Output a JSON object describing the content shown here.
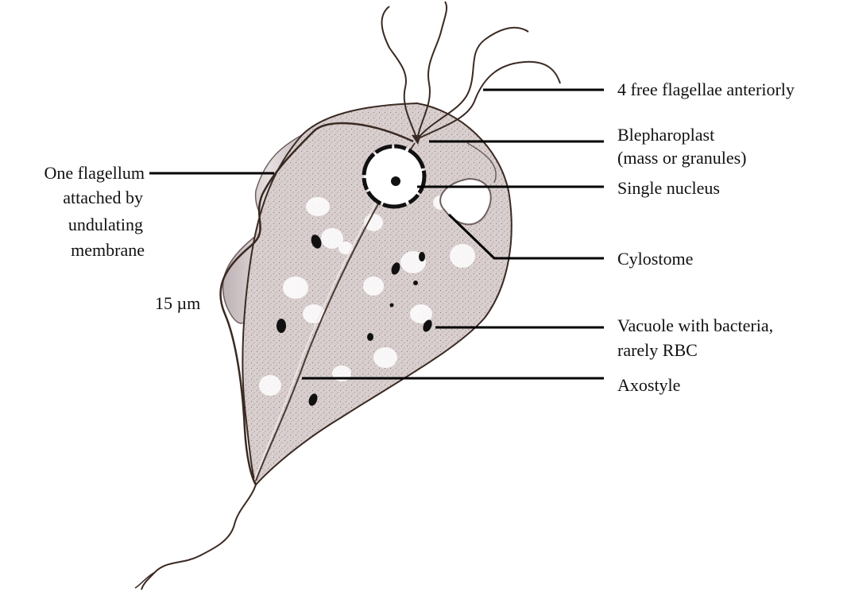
{
  "labels": {
    "flagellae": "4 free flagellae anteriorly",
    "blepharoplast_1": "Blepharoplast",
    "blepharoplast_2": "(mass or granules)",
    "nucleus": "Single nucleus",
    "cytostome": "Cylostome",
    "vacuole_1": "Vacuole with bacteria,",
    "vacuole_2": "rarely RBC",
    "axostyle": "Axostyle",
    "undulating_1": "One flagellum",
    "undulating_2": "attached by",
    "undulating_3": "undulating",
    "undulating_4": "membrane",
    "scale": "15 µm"
  },
  "colors": {
    "body_fill": "#d8cccc",
    "body_outline": "#3a2a22",
    "membrane_fill": "#cfc4c6",
    "nucleus_fill": "#ffffff",
    "leader_line": "#000000"
  }
}
